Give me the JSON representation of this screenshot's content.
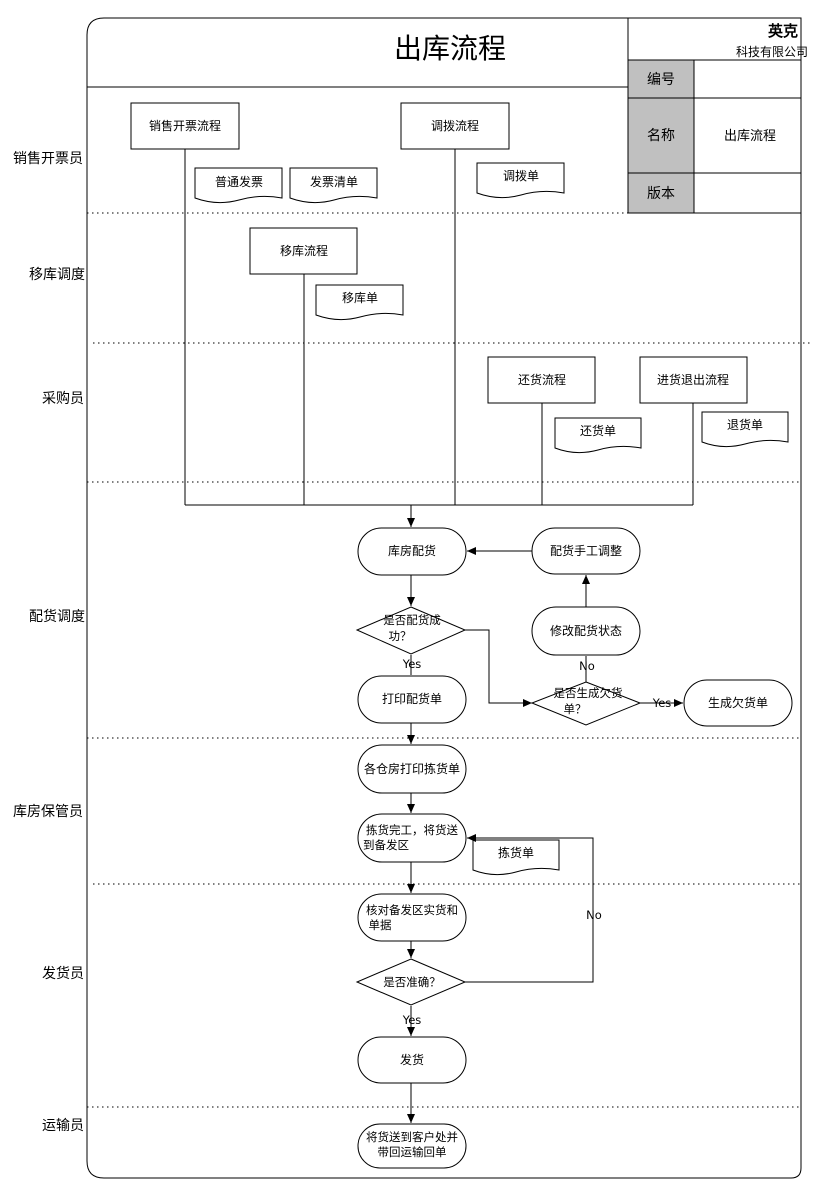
{
  "title": "出库流程",
  "company": {
    "name": "英克",
    "full": "科技有限公司"
  },
  "info_table": [
    {
      "label": "编号",
      "value": ""
    },
    {
      "label": "名称",
      "value": "出库流程"
    },
    {
      "label": "版本",
      "value": ""
    }
  ],
  "lanes": [
    "销售开票员",
    "移库调度",
    "采购员",
    "配货调度",
    "库房保管员",
    "发货员",
    "运输员"
  ],
  "processes": {
    "sales_invoice": "销售开票流程",
    "transfer": "调拨流程",
    "move_stock": "移库流程",
    "return_goods": "还货流程",
    "purchase_return": "进货退出流程"
  },
  "documents": {
    "normal_invoice": "普通发票",
    "invoice_list": "发票清单",
    "transfer_doc": "调拨单",
    "move_doc": "移库单",
    "return_doc": "还货单",
    "purchase_return_doc": "退货单",
    "picking_doc": "拣货单"
  },
  "steps": {
    "warehouse_allocation": "库房配货",
    "manual_adjust": "配货手工调整",
    "modify_status": "修改配货状态",
    "print_allocation": "打印配货单",
    "generate_backorder": "生成欠货单",
    "print_picking": "各仓房打印拣货单",
    "picking_done": [
      "拣货完工，将货送",
      "到备发区"
    ],
    "verify": [
      "核对备发区实货和",
      "单据"
    ],
    "ship": "发货",
    "deliver": [
      "将货送到客户处并",
      "带回运输回单"
    ]
  },
  "decisions": {
    "alloc_success": [
      "是否配货成",
      "功？"
    ],
    "backorder": [
      "是否生成欠货",
      "单？"
    ],
    "accurate": "是否准确？"
  },
  "edge_labels": {
    "yes": "Yes",
    "no": "No"
  }
}
